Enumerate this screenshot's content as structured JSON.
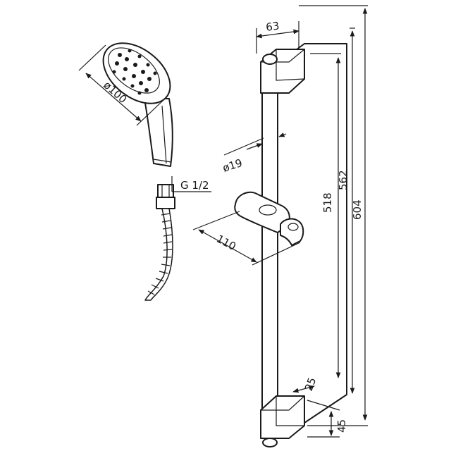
{
  "dimensions": {
    "bracket_width": "63",
    "head_diameter": "ø100",
    "rail_diameter": "ø19",
    "thread": "G 1/2",
    "holder_length": "110",
    "height_518": "518",
    "height_562": "562",
    "height_604": "604",
    "bottom_depth": "25",
    "bottom_height": "45"
  }
}
